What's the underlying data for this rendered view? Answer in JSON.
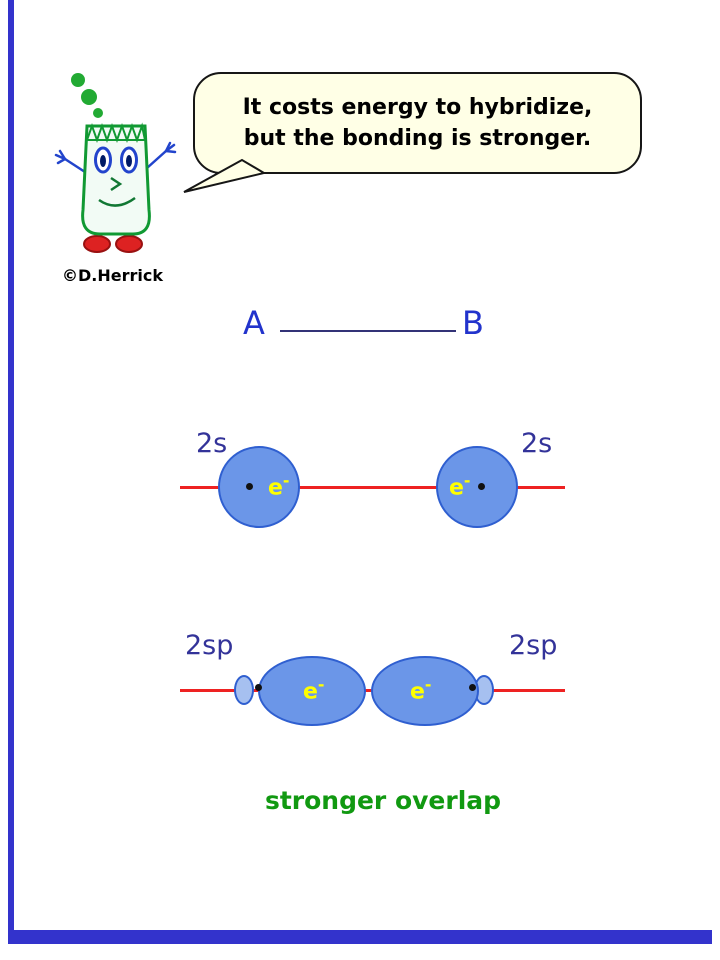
{
  "slide": {
    "credit": "©D.Herrick",
    "speech_line1": "It costs energy to hybridize,",
    "speech_line2": "but the bonding is stronger.",
    "caption": "stronger overlap"
  },
  "bond": {
    "atom_a": "A",
    "atom_b": "B"
  },
  "orbitals": {
    "s_left_label": "2s",
    "s_right_label": "2s",
    "sp_left_label": "2sp",
    "sp_right_label": "2sp",
    "electron_base": "e",
    "electron_sup": "-"
  },
  "colors": {
    "frame_blue": "#3333cc",
    "bubble_fill": "#ffffe6",
    "orbital_fill": "#6b96e8",
    "orbital_stroke": "#2f5fd0",
    "small_lobe_fill": "#a6c0f0",
    "axis_red": "#ee2222",
    "orbital_label_blue": "#333399",
    "atom_label_blue": "#2233cc",
    "bond_line_navy": "#333377",
    "electron_yellow": "#ffff00",
    "caption_green": "#119911",
    "mascot_green": "#119933",
    "mascot_eye_blue": "#2244cc",
    "mascot_shoe_red": "#dd2222"
  }
}
